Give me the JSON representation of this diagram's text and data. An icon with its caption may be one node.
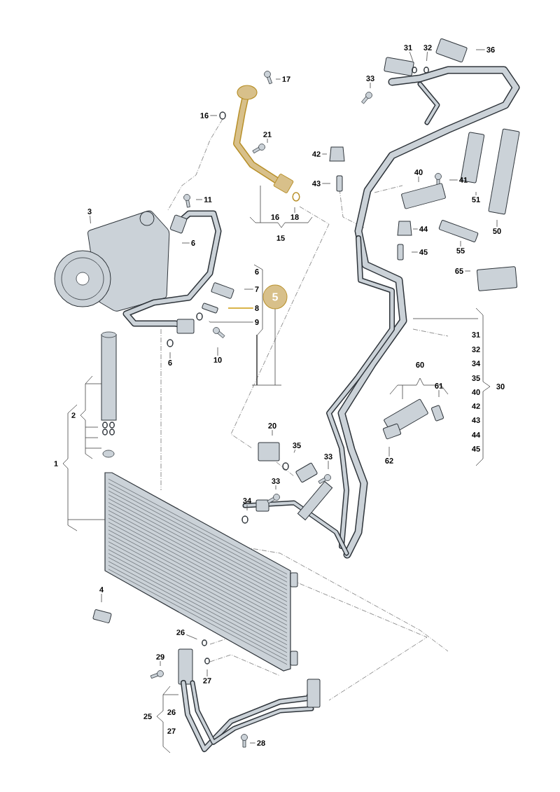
{
  "diagram": {
    "nodes": [
      {
        "text": [
          "31"
        ]
      },
      {
        "text": [
          "32"
        ]
      },
      {
        "text": [
          "36"
        ]
      },
      {
        "text": [
          "17"
        ]
      },
      {
        "text": [
          "33"
        ]
      },
      {
        "text": [
          "16"
        ]
      },
      {
        "text": [
          "21"
        ]
      },
      {
        "text": [
          "42"
        ]
      },
      {
        "text": [
          "43"
        ]
      },
      {
        "text": [
          "40"
        ]
      },
      {
        "text": [
          "41"
        ]
      },
      {
        "text": [
          "11"
        ]
      },
      {
        "text": [
          "51"
        ]
      },
      {
        "text": [
          "3"
        ]
      },
      {
        "text": [
          "18"
        ]
      },
      {
        "text": [
          "44"
        ]
      },
      {
        "text": [
          "50"
        ]
      },
      {
        "text": [
          "6"
        ]
      },
      {
        "text": [
          "55"
        ]
      },
      {
        "text": [
          "45"
        ]
      },
      {
        "text": [
          "65"
        ]
      },
      {
        "text": [
          "7"
        ]
      },
      {
        "text": [
          "5"
        ]
      },
      {
        "text": [
          "8"
        ]
      },
      {
        "text": [
          "9"
        ]
      },
      {
        "text": [
          "6"
        ]
      },
      {
        "text": [
          "10"
        ]
      },
      {
        "text": [
          "61"
        ]
      },
      {
        "text": [
          "20"
        ]
      },
      {
        "text": [
          "35"
        ]
      },
      {
        "text": [
          "33"
        ]
      },
      {
        "text": [
          "62"
        ]
      },
      {
        "text": [
          "33"
        ]
      },
      {
        "text": [
          "34"
        ]
      },
      {
        "text": [
          "4"
        ]
      },
      {
        "text": [
          "26"
        ]
      },
      {
        "text": [
          "29"
        ]
      },
      {
        "text": [
          "27"
        ]
      },
      {
        "text": [
          "28"
        ]
      }
    ],
    "edges": [
      {
        "from": 0,
        "to": null,
        "arrow": "none"
      },
      {
        "from": 1,
        "to": null,
        "arrow": "none"
      },
      {
        "from": 2,
        "to": null,
        "arrow": "none"
      },
      {
        "from": 3,
        "to": null,
        "arrow": "none"
      },
      {
        "from": 4,
        "to": null,
        "arrow": "none"
      },
      {
        "from": 5,
        "to": null,
        "arrow": "none"
      },
      {
        "from": 6,
        "to": null,
        "arrow": "none"
      },
      {
        "from": 7,
        "to": null,
        "arrow": "none"
      },
      {
        "from": 8,
        "to": null,
        "arrow": "none"
      },
      {
        "from": 9,
        "to": null,
        "arrow": "none"
      },
      {
        "from": 10,
        "to": null,
        "arrow": "none"
      },
      {
        "from": 11,
        "to": null,
        "arrow": "none"
      },
      {
        "from": 12,
        "to": null,
        "arrow": "none"
      },
      {
        "from": 13,
        "to": null,
        "arrow": "none"
      },
      {
        "from": 14,
        "to": null,
        "arrow": "none"
      },
      {
        "from": 15,
        "to": null,
        "arrow": "none"
      },
      {
        "from": 16,
        "to": null,
        "arrow": "none"
      },
      {
        "from": 17,
        "to": null,
        "arrow": "none"
      },
      {
        "from": 18,
        "to": null,
        "arrow": "none"
      },
      {
        "from": 19,
        "to": null,
        "arrow": "none"
      },
      {
        "from": 20,
        "to": null,
        "arrow": "none"
      },
      {
        "from": 21,
        "to": null,
        "arrow": "none"
      },
      {
        "from": 23,
        "to": null,
        "arrow": "none",
        "color": "#d9b44a"
      },
      {
        "from": 24,
        "to": null,
        "arrow": "none"
      },
      {
        "from": 25,
        "to": null,
        "arrow": "none"
      },
      {
        "from": 26,
        "to": null,
        "arrow": "none"
      },
      {
        "from": 27,
        "to": null,
        "arrow": "none"
      },
      {
        "from": 28,
        "to": null,
        "arrow": "none"
      },
      {
        "from": 29,
        "to": null,
        "arrow": "none"
      },
      {
        "from": 30,
        "to": null,
        "arrow": "none"
      },
      {
        "from": 31,
        "to": null,
        "arrow": "none"
      },
      {
        "from": 32,
        "to": null,
        "arrow": "none"
      },
      {
        "from": 33,
        "to": null,
        "arrow": "none"
      },
      {
        "from": 34,
        "to": null,
        "arrow": "none"
      },
      {
        "from": 35,
        "to": null,
        "arrow": "none"
      },
      {
        "from": 36,
        "to": null,
        "arrow": "none"
      },
      {
        "from": 37,
        "to": null,
        "arrow": "none"
      },
      {
        "from": 38,
        "to": null,
        "arrow": "none"
      }
    ],
    "labels": [
      "16",
      "15",
      "6",
      "31",
      "32",
      "34",
      "35",
      "60",
      "40",
      "30",
      "42",
      "2",
      "43",
      "44",
      "45",
      "1",
      "26",
      "25",
      "27"
    ]
  }
}
